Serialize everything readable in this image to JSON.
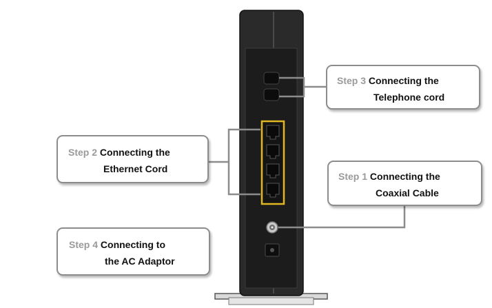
{
  "diagram": {
    "callouts": {
      "step3": {
        "step_label": "Step 3",
        "title_line1": "Connecting the",
        "title_line2": "Telephone cord"
      },
      "step2": {
        "step_label": "Step 2",
        "title_line1": "Connecting the",
        "title_line2": "Ethernet Cord"
      },
      "step1": {
        "step_label": "Step 1",
        "title_line1": "Connecting the",
        "title_line2": "Coaxial Cable"
      },
      "step4": {
        "step_label": "Step 4",
        "title_line1": "Connecting to",
        "title_line2": "the AC Adaptor"
      }
    },
    "colors": {
      "device_body": "#2a2a2a",
      "ethernet_port_housing": "#e0b820",
      "callout_border": "#8c8c8c",
      "step_tag_text": "#9a9a9a"
    },
    "icons": {
      "telephone_jacks": "telephone-jack-icon",
      "ethernet_ports": "ethernet-port-icon",
      "coax_connector": "coaxial-connector-icon",
      "power_jack": "power-jack-icon"
    }
  }
}
